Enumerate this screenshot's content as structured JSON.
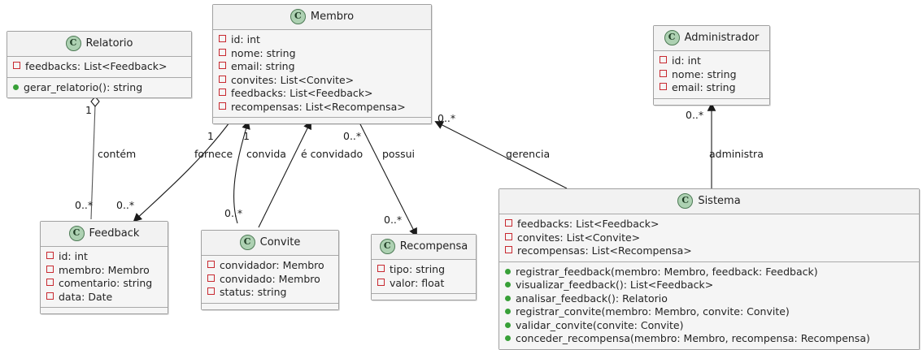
{
  "diagram": {
    "type": "uml-class-diagram",
    "background": "#ffffff",
    "class_fill": "#f5f5f5",
    "class_border": "#a0a0a0",
    "icon_fill": "#ADD1B2",
    "private_marker_color": "#C82930",
    "public_marker_color": "#38A038",
    "class_icon_letter": "C"
  },
  "classes": {
    "relatorio": {
      "name": "Relatorio",
      "attributes": [
        "feedbacks: List<Feedback>"
      ],
      "methods": [
        "gerar_relatorio(): string"
      ]
    },
    "membro": {
      "name": "Membro",
      "attributes": [
        "id: int",
        "nome: string",
        "email: string",
        "convites: List<Convite>",
        "feedbacks: List<Feedback>",
        "recompensas: List<Recompensa>"
      ],
      "methods": []
    },
    "administrador": {
      "name": "Administrador",
      "attributes": [
        "id: int",
        "nome: string",
        "email: string"
      ],
      "methods": []
    },
    "feedback": {
      "name": "Feedback",
      "attributes": [
        "id: int",
        "membro: Membro",
        "comentario: string",
        "data: Date"
      ],
      "methods": []
    },
    "convite": {
      "name": "Convite",
      "attributes": [
        "convidador: Membro",
        "convidado: Membro",
        "status: string"
      ],
      "methods": []
    },
    "recompensa": {
      "name": "Recompensa",
      "attributes": [
        "tipo: string",
        "valor: float"
      ],
      "methods": []
    },
    "sistema": {
      "name": "Sistema",
      "attributes": [
        "feedbacks: List<Feedback>",
        "convites: List<Convite>",
        "recompensas: List<Recompensa>"
      ],
      "methods": [
        "registrar_feedback(membro: Membro, feedback: Feedback)",
        "visualizar_feedback(): List<Feedback>",
        "analisar_feedback(): Relatorio",
        "registrar_convite(membro: Membro, convite: Convite)",
        "validar_convite(convite: Convite)",
        "conceder_recompensa(membro: Membro, recompensa: Recompensa)"
      ]
    }
  },
  "relationships": [
    {
      "id": "contem",
      "label": "contém",
      "from": "Relatorio",
      "to": "Feedback",
      "source_multiplicity": "1",
      "target_multiplicity": "0..*",
      "kind": "aggregation"
    },
    {
      "id": "fornece",
      "label": "fornece",
      "from": "Membro",
      "to": "Feedback",
      "source_multiplicity": "1",
      "target_multiplicity": "0..*",
      "kind": "association"
    },
    {
      "id": "convida",
      "label": "convida",
      "from": "Convite",
      "to": "Membro",
      "source_multiplicity": "0..*",
      "target_multiplicity": "1",
      "kind": "association"
    },
    {
      "id": "e-convidado",
      "label": "é convidado",
      "from": "Convite",
      "to": "Membro",
      "source_multiplicity": "",
      "target_multiplicity": "0..*",
      "kind": "association"
    },
    {
      "id": "possui",
      "label": "possui",
      "from": "Membro",
      "to": "Recompensa",
      "source_multiplicity": "0..*",
      "target_multiplicity": "0..*",
      "kind": "association"
    },
    {
      "id": "gerencia",
      "label": "gerencia",
      "from": "Sistema",
      "to": "Membro",
      "source_multiplicity": "",
      "target_multiplicity": "0..*",
      "kind": "association"
    },
    {
      "id": "administra",
      "label": "administra",
      "from": "Sistema",
      "to": "Administrador",
      "source_multiplicity": "",
      "target_multiplicity": "0..*",
      "kind": "association"
    }
  ],
  "edge_labels": {
    "contem": "contém",
    "fornece": "fornece",
    "convida": "convida",
    "e_convidado": "é convidado",
    "possui": "possui",
    "gerencia": "gerencia",
    "administra": "administra"
  },
  "multiplicities": {
    "relatorio_side": "1",
    "feedback_contem": "0..*",
    "feedback_fornece": "0..*",
    "membro_fornece": "1",
    "membro_convida": "1",
    "convite_convida": "0..*",
    "membro_e_convidado": "0..*",
    "membro_possui": "0..*",
    "recompensa_possui": "0..*",
    "membro_gerencia": "0..*",
    "administrador_administra": "0..*"
  }
}
